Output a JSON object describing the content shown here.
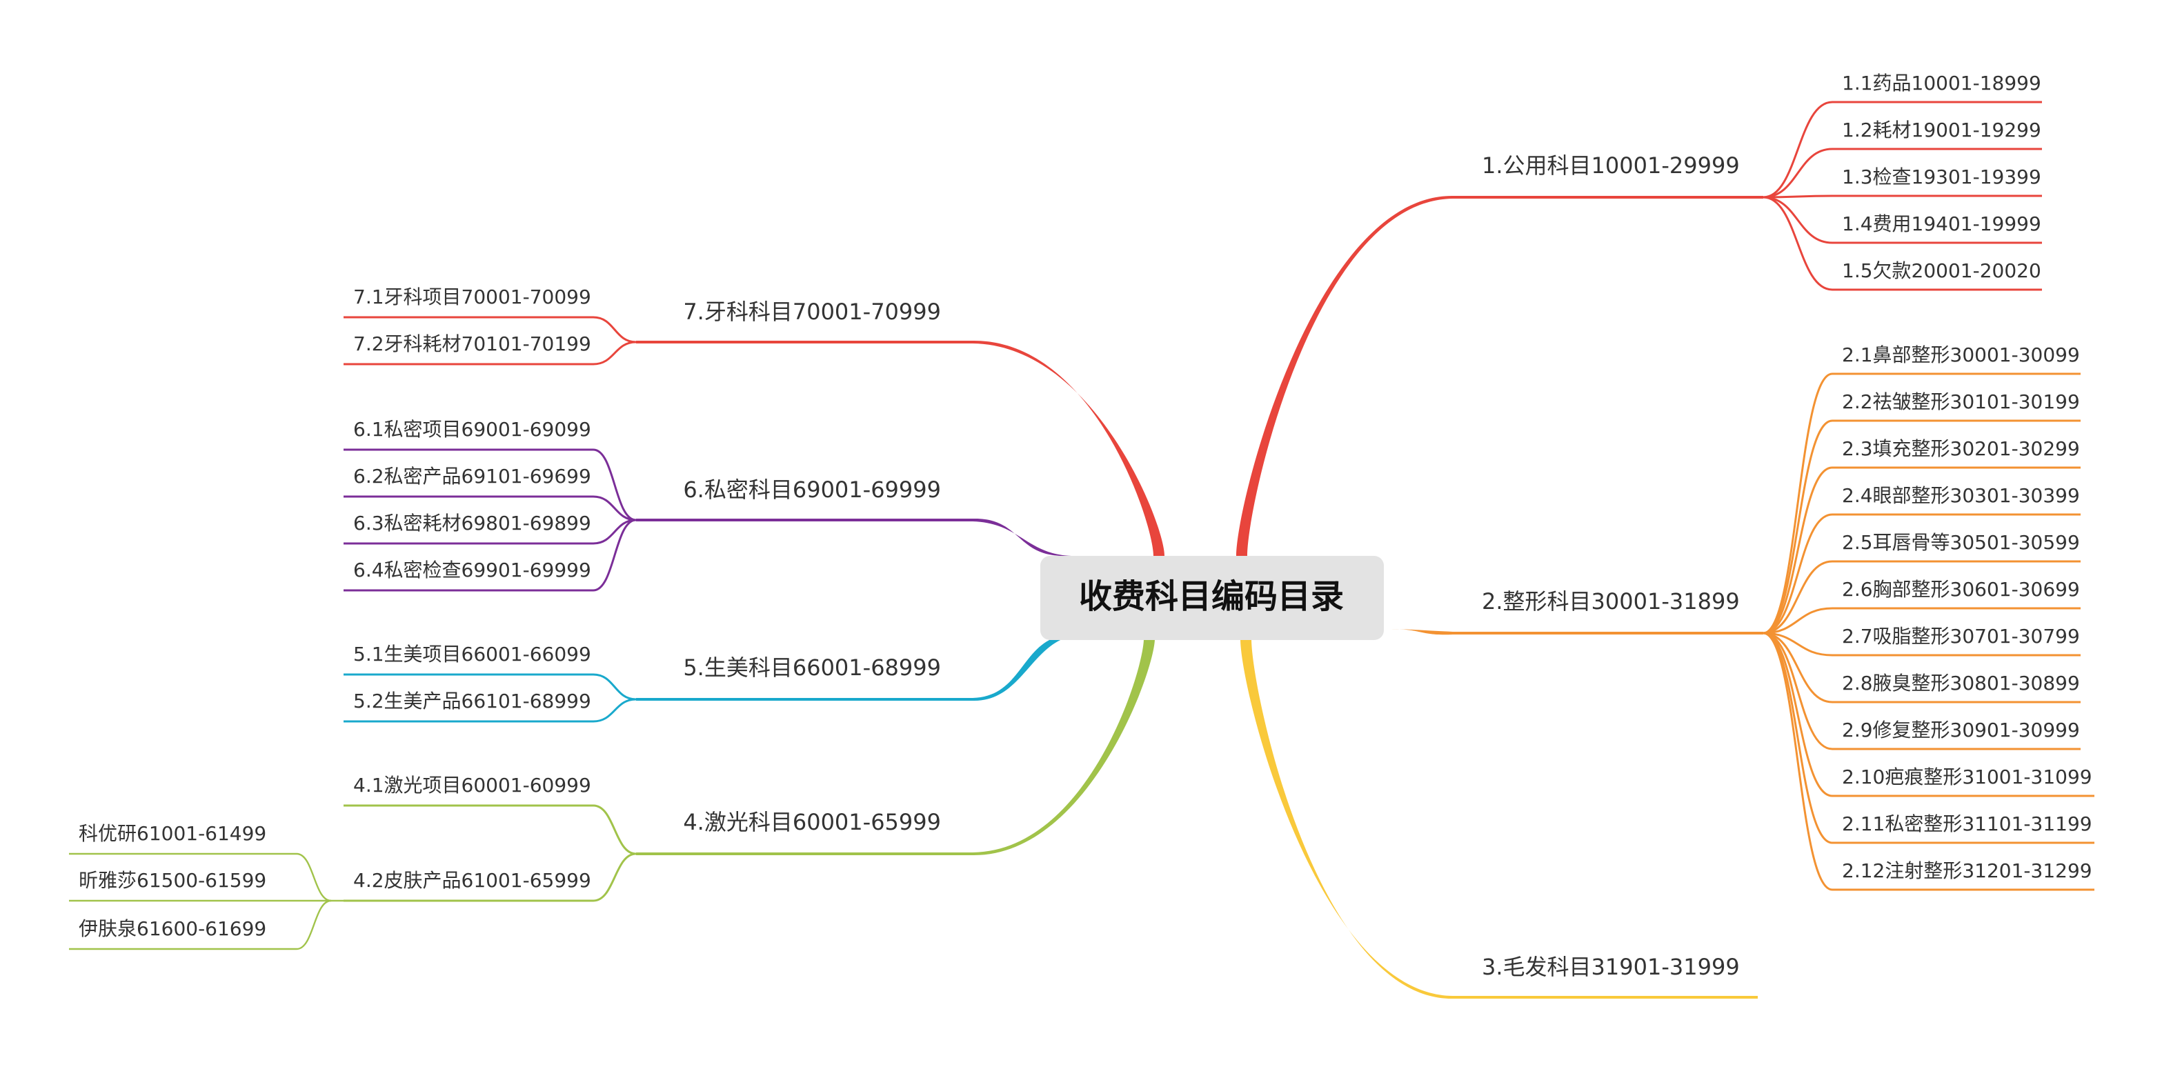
{
  "root": {
    "label": "收费科目编码目录"
  },
  "branches": [
    {
      "id": "b1",
      "label": "1.公用科目10001-29999",
      "color": "#e8453c",
      "children": [
        {
          "label": "1.1药品10001-18999"
        },
        {
          "label": "1.2耗材19001-19299"
        },
        {
          "label": "1.3检查19301-19399"
        },
        {
          "label": "1.4费用19401-19999"
        },
        {
          "label": "1.5欠款20001-20020"
        }
      ]
    },
    {
      "id": "b2",
      "label": "2.整形科目30001-31899",
      "color": "#f39232",
      "children": [
        {
          "label": "2.1鼻部整形30001-30099"
        },
        {
          "label": "2.2祛皱整形30101-30199"
        },
        {
          "label": "2.3填充整形30201-30299"
        },
        {
          "label": "2.4眼部整形30301-30399"
        },
        {
          "label": "2.5耳唇骨等30501-30599"
        },
        {
          "label": "2.6胸部整形30601-30699"
        },
        {
          "label": "2.7吸脂整形30701-30799"
        },
        {
          "label": "2.8腋臭整形30801-30899"
        },
        {
          "label": "2.9修复整形30901-30999"
        },
        {
          "label": "2.10疤痕整形31001-31099"
        },
        {
          "label": "2.11私密整形31101-31199"
        },
        {
          "label": "2.12注射整形31201-31299"
        }
      ]
    },
    {
      "id": "b3",
      "label": "3.毛发科目31901-31999",
      "color": "#f9c93b",
      "children": []
    },
    {
      "id": "b4",
      "label": "4.激光科目60001-65999",
      "color": "#a1c34a",
      "children": [
        {
          "label": "4.1激光项目60001-60999"
        },
        {
          "label": "4.2皮肤产品61001-65999",
          "children": [
            {
              "label": "科优研61001-61499"
            },
            {
              "label": "昕雅莎61500-61599"
            },
            {
              "label": "伊肤泉61600-61699"
            }
          ]
        }
      ]
    },
    {
      "id": "b5",
      "label": "5.生美科目66001-68999",
      "color": "#19a9cc",
      "children": [
        {
          "label": "5.1生美项目66001-66099"
        },
        {
          "label": "5.2生美产品66101-68999"
        }
      ]
    },
    {
      "id": "b6",
      "label": "6.私密科目69001-69999",
      "color": "#7b2e98",
      "children": [
        {
          "label": "6.1私密项目69001-69099"
        },
        {
          "label": "6.2私密产品69101-69699"
        },
        {
          "label": "6.3私密耗材69801-69899"
        },
        {
          "label": "6.4私密检查69901-69999"
        }
      ]
    },
    {
      "id": "b7",
      "label": "7.牙科科目70001-70999",
      "color": "#e8453c",
      "children": [
        {
          "label": "7.1牙科项目70001-70099"
        },
        {
          "label": "7.2牙科耗材70101-70199"
        }
      ]
    }
  ]
}
